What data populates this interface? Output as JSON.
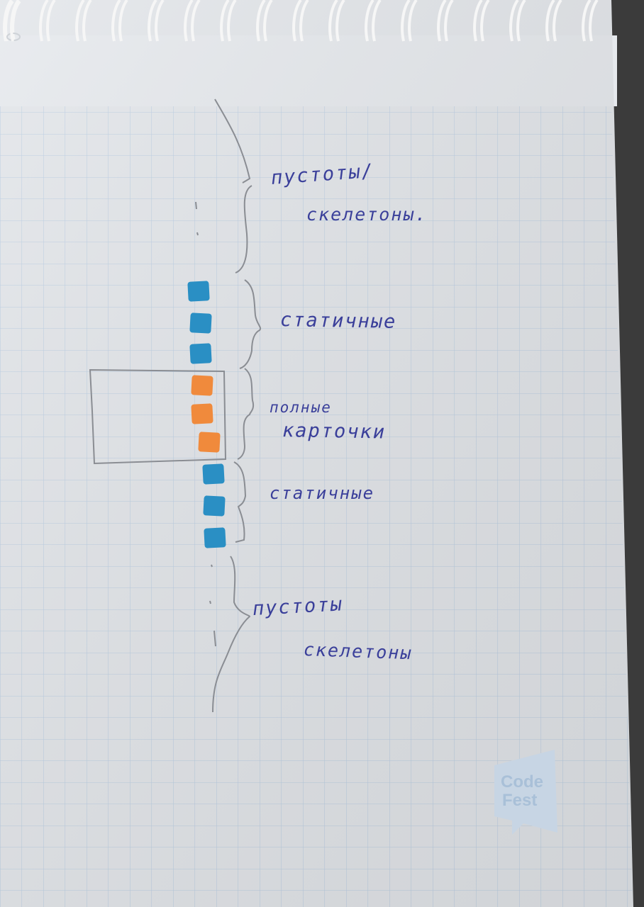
{
  "annotations": {
    "top_empty": [
      "пустоты/",
      "скелетоны."
    ],
    "static_top": "статичные",
    "full_cards": [
      "полные",
      "карточки"
    ],
    "static_bottom": "статичные",
    "bottom_empty": [
      "пустоты",
      "скелетоны"
    ]
  },
  "logo": {
    "line1": "Code",
    "line2": "Fest"
  },
  "colors": {
    "paper": "#e2e5e9",
    "grid": "#b8cbe0",
    "static_square": "#2a8fc4",
    "full_card_square": "#f08a3c",
    "ink": "#3a3f9a",
    "pencil": "#8a8d93",
    "spiral": "#f4f4f4"
  },
  "cards": [
    {
      "kind": "static"
    },
    {
      "kind": "static"
    },
    {
      "kind": "static"
    },
    {
      "kind": "full"
    },
    {
      "kind": "full"
    },
    {
      "kind": "full"
    },
    {
      "kind": "static"
    },
    {
      "kind": "static"
    },
    {
      "kind": "static"
    }
  ]
}
